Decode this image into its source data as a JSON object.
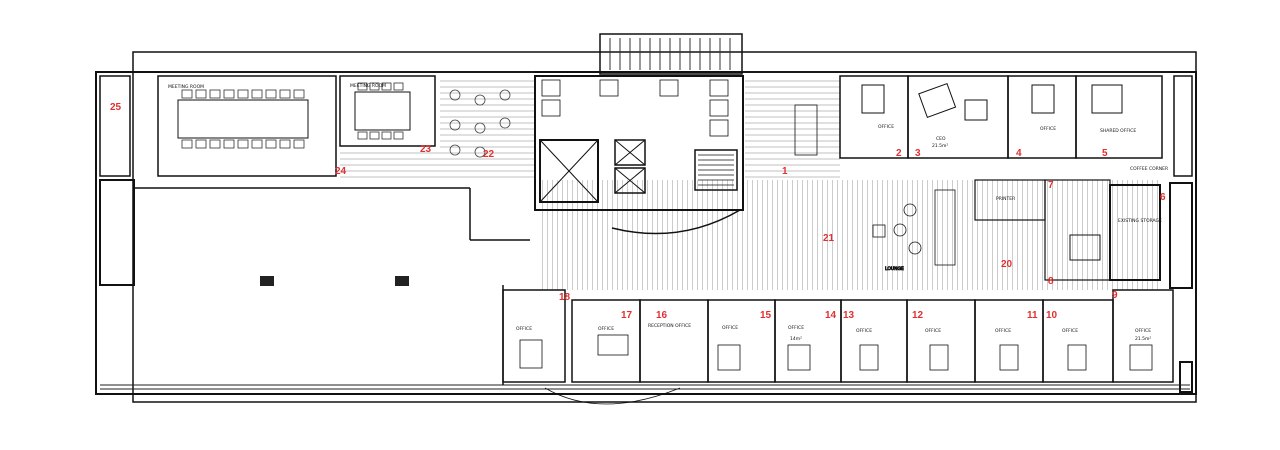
{
  "plan": {
    "accent_color": "#e03030",
    "room_numbers": [
      "1",
      "2",
      "3",
      "4",
      "5",
      "6",
      "7",
      "8",
      "9",
      "10",
      "11",
      "12",
      "13",
      "14",
      "15",
      "16",
      "17",
      "18",
      "20",
      "21",
      "22",
      "23",
      "24",
      "25"
    ],
    "labels": {
      "meeting_room_1": "MEETING ROOM",
      "meeting_room_2": "MEETING ROOM",
      "office_top_1": "OFFICE",
      "ceo": "CEO",
      "ceo_area": "21.5m²",
      "office_top_2": "OFFICE",
      "shared_office": "SHARED OFFICE",
      "existing_storage": "EXISTING STORAGE",
      "lounge": "LOUNGE",
      "reception": "RECEPTION OFFICE",
      "office_17": "OFFICE",
      "office_15": "OFFICE",
      "office_14": "OFFICE",
      "office_13": "OFFICE",
      "office_12": "OFFICE",
      "office_11": "OFFICE",
      "office_10": "OFFICE",
      "office_9": "OFFICE",
      "office_18": "OFFICE",
      "coffee_corner": "COFFEE CORNER",
      "printer": "PRINTER",
      "area_14": "14m²",
      "area_9": "21.5m²"
    }
  }
}
